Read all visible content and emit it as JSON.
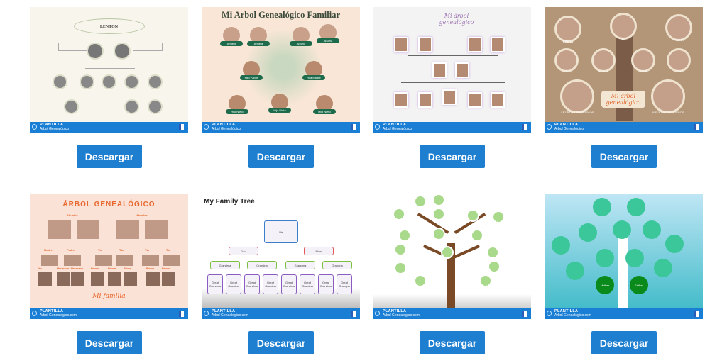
{
  "footer": {
    "brand": "PLANTILLA",
    "sub_a": "Arbol Genealógico",
    "sub_b": "Arbol Genealogico.com"
  },
  "download_label": "Descargar",
  "colors": {
    "button": "#1e7fd0",
    "footer_bar": "#1a7fd4"
  },
  "templates": [
    {
      "title": "LENTON"
    },
    {
      "title": "Mi Arbol Genealógico Familiar",
      "labels": [
        "Abuelo",
        "Abuela",
        "Abuelo",
        "Abuela",
        "Hijo Padre",
        "Hija Madre",
        "Hijo Nieto",
        "Hija Nieta",
        "Hijo Nieto"
      ]
    },
    {
      "title": "Mi árbol genealógico"
    },
    {
      "title": "Mi árbol genealógico",
      "labels": [
        "PRIMA",
        "YO",
        "PRIMO",
        "TÍO",
        "MAMÁ",
        "PAPÁ",
        "TÍA",
        "ABUELOS MATERNOS",
        "ABUELOS PATERNOS"
      ]
    },
    {
      "title": "ÁRBOL GENEALÓGICO",
      "labels": [
        "Abuelos",
        "Abuelos",
        "Madre",
        "Padre",
        "Tío",
        "Tía",
        "Tía",
        "Tío",
        "Yo",
        "Hermano",
        "Hermana",
        "Primo",
        "Prima",
        "Prima",
        "Prima",
        "Primo"
      ],
      "signature": "Mi familia"
    },
    {
      "title": "My Family Tree",
      "labels": {
        "me": "Me",
        "dad": "Dad",
        "mom": "Mom",
        "grandma": "Grandma",
        "grandpa": "Grandpa",
        "great_grandma": "Great Grandma",
        "great_grandpa": "Great Grandpa"
      }
    },
    {
      "title": ""
    },
    {
      "labels": [
        "Mother",
        "Father"
      ]
    }
  ]
}
